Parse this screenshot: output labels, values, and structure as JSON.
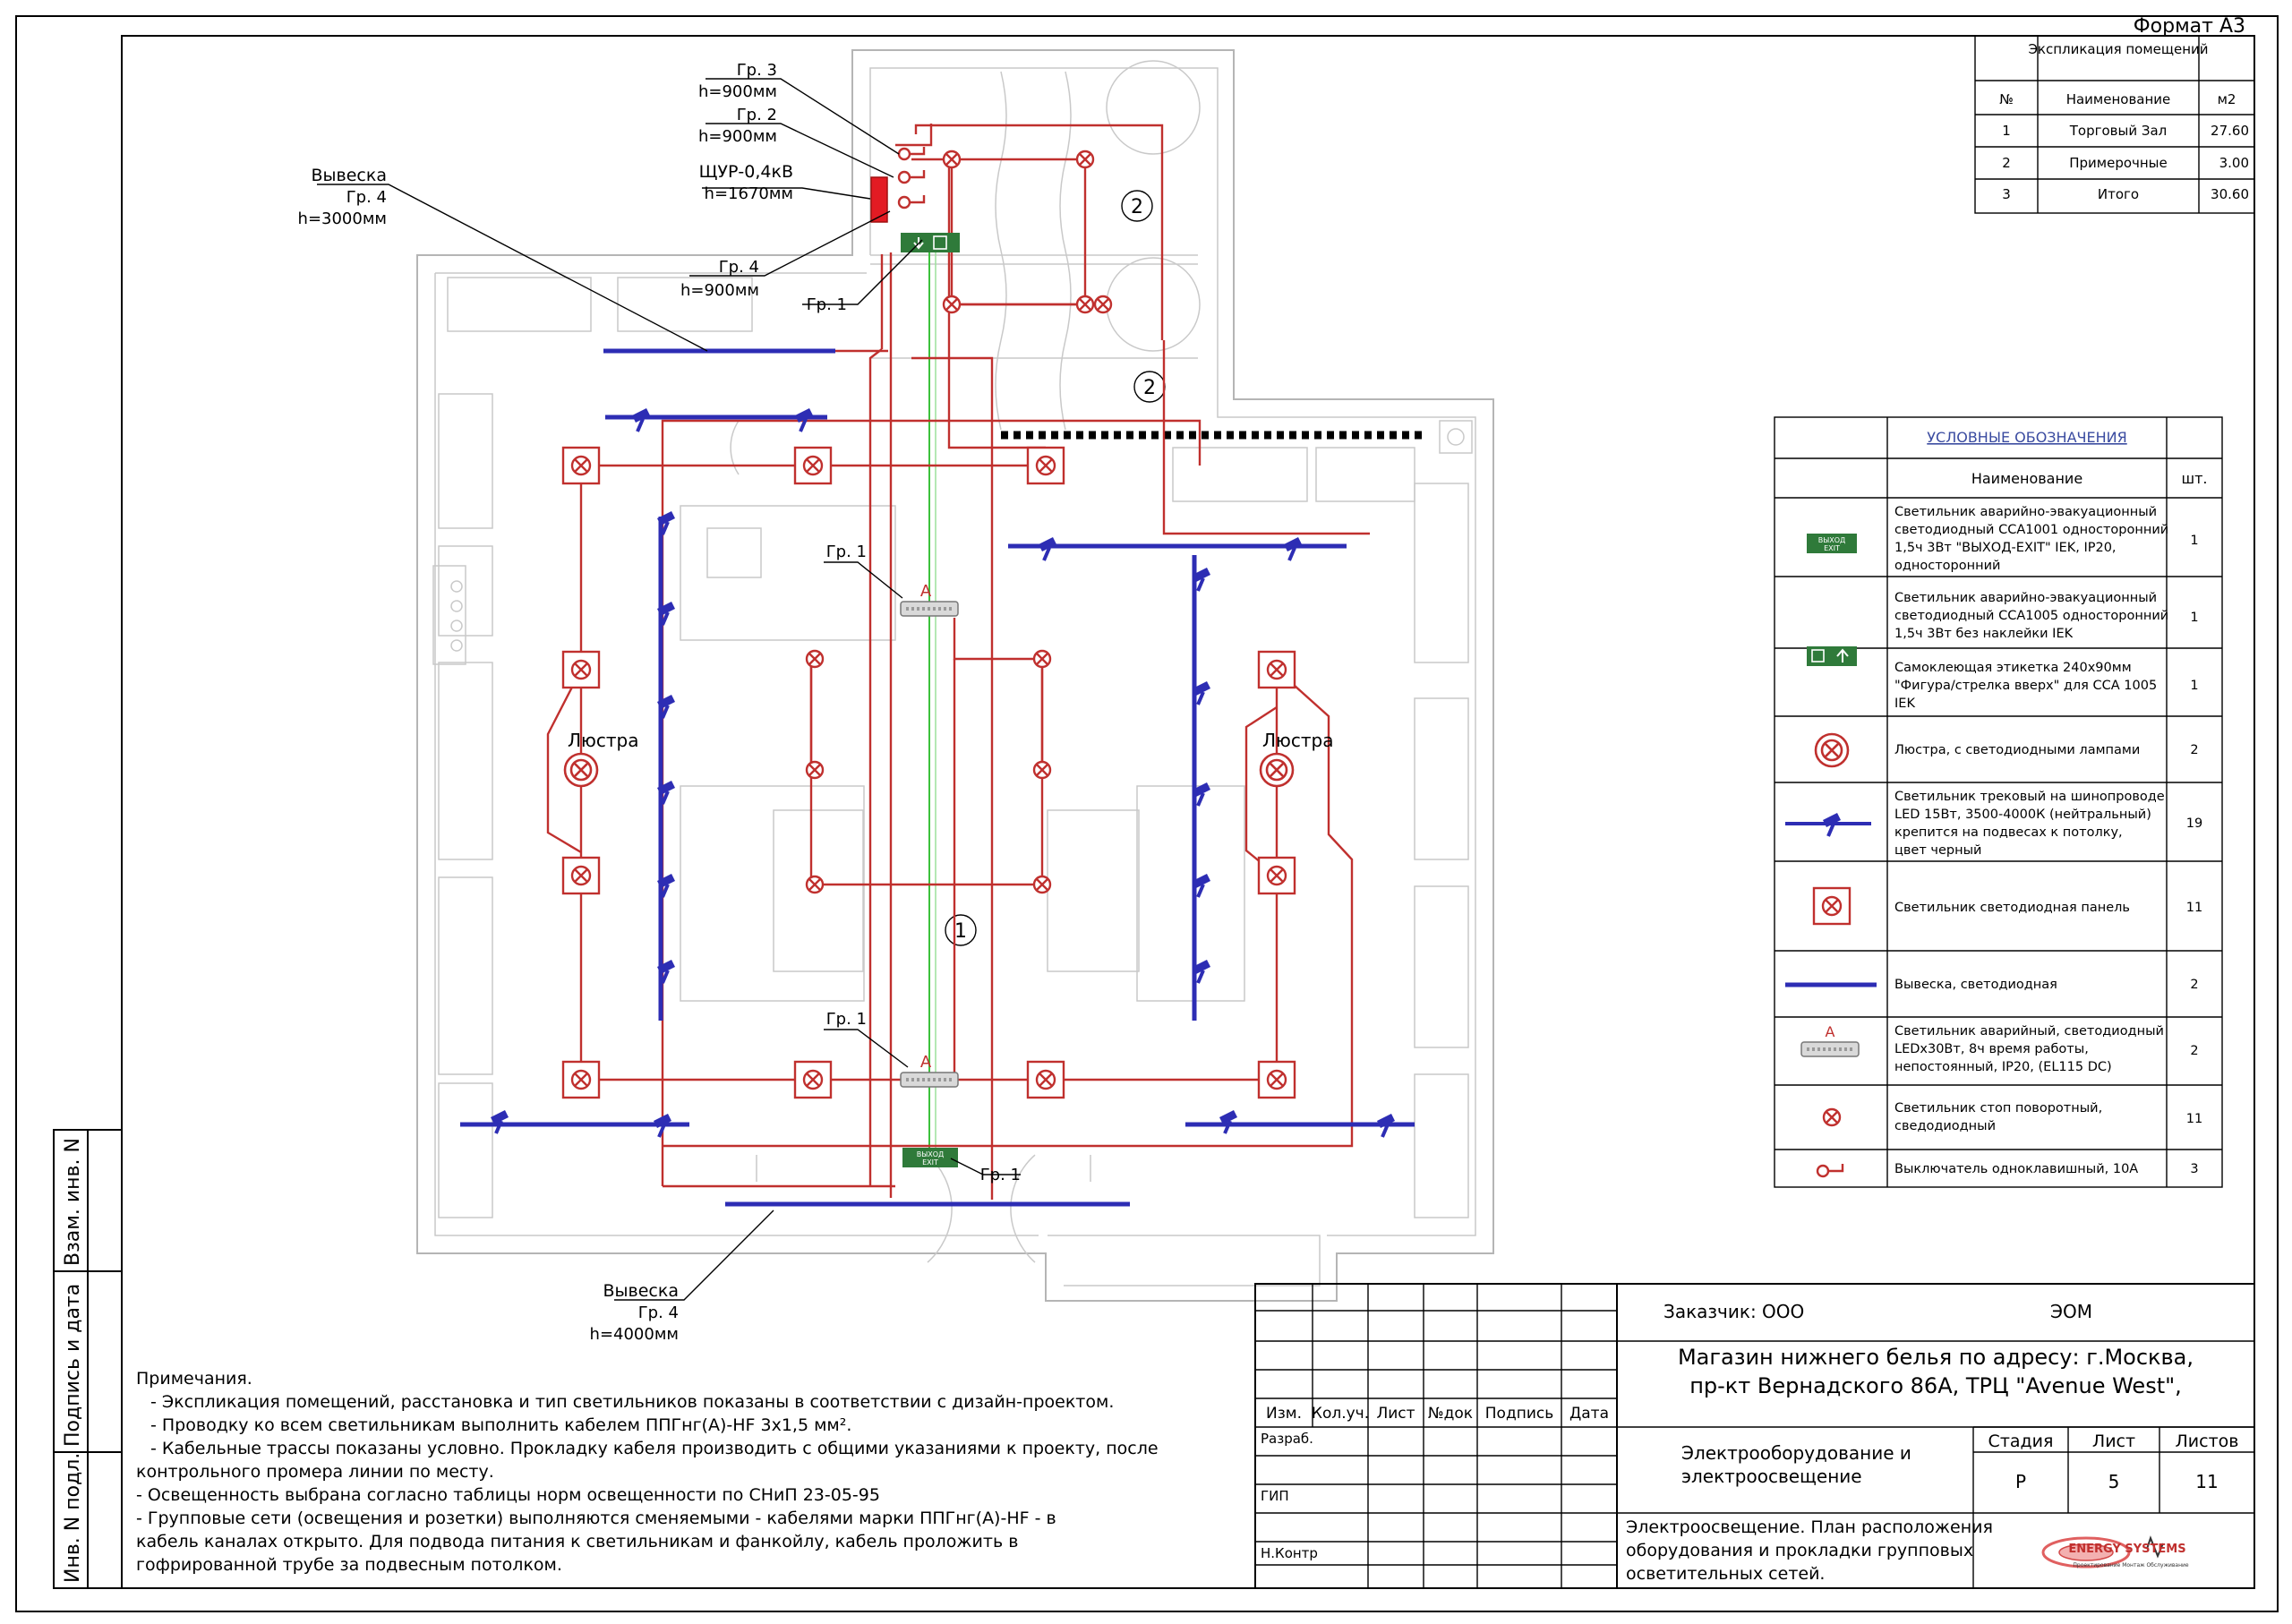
{
  "sheet": {
    "format": "Формат А3",
    "side_labels": [
      "Инв. N подл.",
      "Подпись и дата",
      "Взам. инв. N"
    ]
  },
  "explication": {
    "title": "Экспликация помещений",
    "headers": [
      "№",
      "Наименование",
      "м2"
    ],
    "rows": [
      [
        "1",
        "Торговый Зал",
        "27.60"
      ],
      [
        "2",
        "Примерочные",
        "3.00"
      ],
      [
        "3",
        "Итого",
        "30.60"
      ]
    ]
  },
  "legend": {
    "title": "УСЛОВНЫЕ ОБОЗНАЧЕНИЯ",
    "headers": [
      "Наименование",
      "шт."
    ],
    "rows": [
      {
        "symbol": "exit-sign",
        "lines": [
          "Светильник аварийно-эвакуационный",
          "светодиодный ССА1001 односторонний",
          "1,5ч 3Вт \"ВЫХОД-EXIT\" IEK, IP20,",
          "односторонний"
        ],
        "count": "1"
      },
      {
        "symbol": "exit-arrow-sign",
        "lines": [
          "Светильник аварийно-эвакуационный",
          "светодиодный ССА1005 односторонний",
          "1,5ч 3Вт без наклейки IEK"
        ],
        "count": "1"
      },
      {
        "symbol": "none",
        "lines": [
          "Самоклеющая этикетка 240х90мм",
          "\"Фигура/стрелка вверх\" для ССА 1005",
          "IEK"
        ],
        "count": "1"
      },
      {
        "symbol": "chandelier",
        "lines": [
          "Люстра, с светодиодными лампами"
        ],
        "count": "2"
      },
      {
        "symbol": "track-light",
        "lines": [
          "Светильник трековый на шинопроводе",
          "LED 15Вт, 3500-4000К (нейтральный)",
          "крепится на подвесах к потолку,",
          "цвет черный"
        ],
        "count": "19"
      },
      {
        "symbol": "led-panel",
        "lines": [
          "Светильник светодиодная панель"
        ],
        "count": "11"
      },
      {
        "symbol": "sign-bar",
        "lines": [
          "Вывеска, светодиодная"
        ],
        "count": "2"
      },
      {
        "symbol": "emergency-light",
        "lines": [
          "Светильник аварийный, светодиодный",
          "LEDх30Вт, 8ч время работы,",
          "непостоянный, IP20, (EL115 DC)"
        ],
        "count": "2"
      },
      {
        "symbol": "spot-light",
        "lines": [
          "Светильник стоп поворотный,",
          "сведодиодный"
        ],
        "count": "11"
      },
      {
        "symbol": "switch",
        "lines": [
          "Выключатель одноклавишный, 10А"
        ],
        "count": "3"
      }
    ]
  },
  "plan_labels": {
    "gr3": "Гр. 3",
    "h900a": "h=900мм",
    "gr2": "Гр. 2",
    "h900b": "h=900мм",
    "panel": "ЩУР-0,4кВ",
    "h1670": "h=1670мм",
    "sign_top": "Вывеска",
    "sign_top_gr": "Гр. 4",
    "sign_top_h": "h=3000мм",
    "gr4": "Гр. 4",
    "h900c": "h=900мм",
    "gr1_top": "Гр. 1",
    "gr1_emerg_top": "Гр. 1",
    "gr1_emerg_bot": "Гр. 1",
    "gr1_exit": "Гр. 1",
    "chandelier_left": "Люстра",
    "chandelier_right": "Люстра",
    "room1": "1",
    "room2a": "2",
    "room2b": "2",
    "emerg_letter": "A",
    "sign_bot": "Вывеска",
    "sign_bot_gr": "Гр. 4",
    "sign_bot_h": "h=4000мм",
    "exit_text_1": "ВЫХОД",
    "exit_text_2": "EXIT"
  },
  "notes": {
    "title": "Примечания.",
    "lines": [
      "- Экспликация помещений, расстановка и тип светильников показаны в соответствии с дизайн-проектом.",
      "- Проводку ко всем светильникам выполнить кабелем ППГнг(А)-HF 3х1,5 мм².",
      "- Кабельные трассы показаны условно. Прокладку кабеля производить с общими указаниями к проекту, после",
      "контрольного промера линии по месту.",
      "- Освещенность выбрана согласно таблицы норм освещенности по СНиП 23-05-95",
      "- Групповые сети (освещения и розетки) выполняются сменяемыми - кабелями марки ППГнг(А)-HF - в",
      "кабель каналах открыто. Для подвода питания к светильникам и фанкойлу, кабель проложить в",
      "гофрированной трубе за подвесным потолком."
    ]
  },
  "title_block": {
    "rev_headers": [
      "Изм.",
      "Кол.уч.",
      "Лист",
      "№док",
      "Подпись",
      "Дата"
    ],
    "roles": [
      "Разраб.",
      "ГИП",
      "Н.Контр"
    ],
    "customer": "Заказчик: ООО",
    "code": "ЭОМ",
    "object_line1": "Магазин нижнего белья по адресу: г.Москва,",
    "object_line2": "пр-кт Вернадского 86А, ТРЦ \"Avenue West\",",
    "section_line1": "Электрооборудование и",
    "section_line2": "электроосвещение",
    "stage_headers": [
      "Стадия",
      "Лист",
      "Листов"
    ],
    "stage_values": [
      "Р",
      "5",
      "11"
    ],
    "drawing_line1": "Электроосвещение. План расположения",
    "drawing_line2": "оборудования и прокладки групповых",
    "drawing_line3": "осветительных сетей.",
    "logo_text": "ENERGY SYSTEMS",
    "logo_sub": "Проектирование Монтаж Обслуживание"
  },
  "colors": {
    "wiring": "#c0302e",
    "track": "#2d2db4",
    "exit_sign": "#2f7a3a",
    "emergency_line": "#3cc13c",
    "panel": "#e31b23"
  }
}
